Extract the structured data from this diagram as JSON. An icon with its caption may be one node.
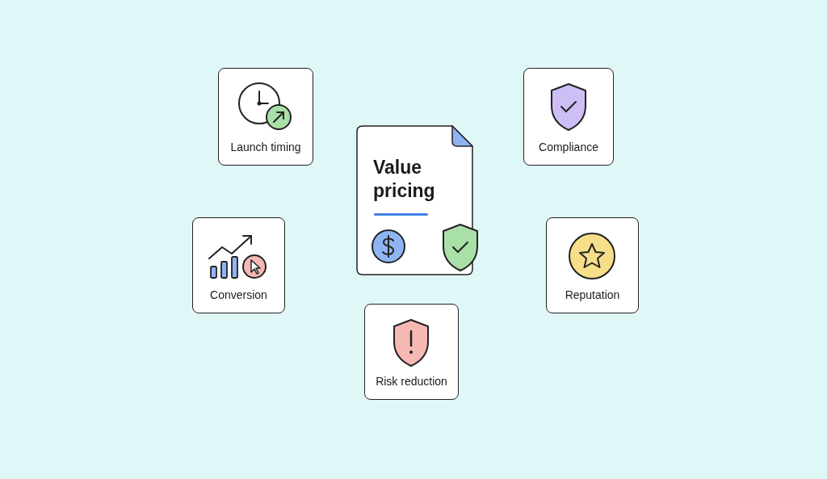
{
  "diagram": {
    "nodes": [
      {
        "text": [
          "Launch timing"
        ]
      },
      {
        "text": [
          "Compliance"
        ]
      },
      {
        "text": [
          "Value pricing"
        ]
      },
      {
        "text": [
          "Conversion"
        ]
      },
      {
        "text": [
          "Reputation"
        ]
      },
      {
        "text": [
          "Risk reduction"
        ]
      }
    ]
  }
}
